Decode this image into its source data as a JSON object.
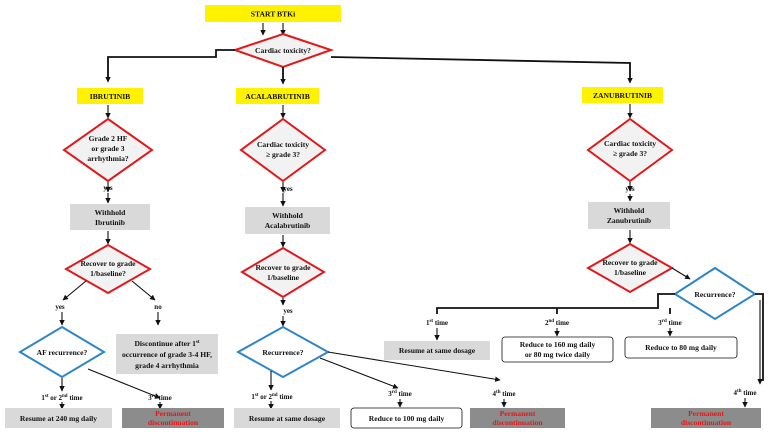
{
  "start": "START BTKi",
  "cardiac_q": "Cardiac toxicity?",
  "drugs": {
    "ibrutinib": "IBRUTINIB",
    "acalabrutinib": "ACALABRUTINIB",
    "zanubrutinib": "ZANUBRUTINIB"
  },
  "ibr": {
    "q1": [
      "Grade 2 HF",
      "or grade 3",
      "arrhythmia?"
    ],
    "yes": "yes",
    "withhold": [
      "Withhold",
      "Ibrutinib"
    ],
    "q2": [
      "Recover to grade",
      "1/baseline?"
    ],
    "yes2": "yes",
    "no": "no",
    "af": "AF recurrence?",
    "disc": [
      "Discontinue after 1",
      "st",
      "occurrence of grade 3-4 HF,",
      "grade 4 arrhythmia"
    ],
    "t12": [
      "1",
      "st",
      " or 2",
      "nd",
      " time"
    ],
    "t3": [
      "3",
      "rd",
      " time"
    ],
    "resume": "Resume at 240 mg daily",
    "perm": [
      "Permanent",
      "discontinuation"
    ]
  },
  "aca": {
    "q1": [
      "Cardiac toxicity",
      "≥ grade 3?"
    ],
    "yes": "yes",
    "withhold": [
      "Withhold",
      "Acalabrutinib"
    ],
    "q2": [
      "Recover to grade",
      "1/baseline"
    ],
    "yes2": "yes",
    "rec": "Recurrence?",
    "t12": [
      "1",
      "st",
      " or 2",
      "nd",
      " time"
    ],
    "t3": [
      "3",
      "rd",
      " time"
    ],
    "t4": [
      "4",
      "th",
      " time"
    ],
    "resume": "Resume at same dosage",
    "reduce": "Reduce to 100 mg daily",
    "perm": [
      "Permanent",
      "discontinuation"
    ]
  },
  "zan": {
    "q1": [
      "Cardiac toxicity",
      "≥ grade 3?"
    ],
    "yes": "yes",
    "withhold": [
      "Withhold",
      "Zanubrutinib"
    ],
    "q2": [
      "Recover to grade",
      "1/baseline"
    ],
    "rec": "Recurrence?",
    "t1": [
      "1",
      "st",
      " time"
    ],
    "t2": [
      "2",
      "nd",
      " time"
    ],
    "t3": [
      "3",
      "rd",
      " time"
    ],
    "t4": [
      "4",
      "th",
      " time"
    ],
    "resume": "Resume at same dosage",
    "reduce160": [
      "Reduce to 160 mg daily",
      "or 80 mg twice daily"
    ],
    "reduce80": "Reduce to 80 mg daily",
    "perm": [
      "Permanent",
      "discontinuation"
    ]
  }
}
